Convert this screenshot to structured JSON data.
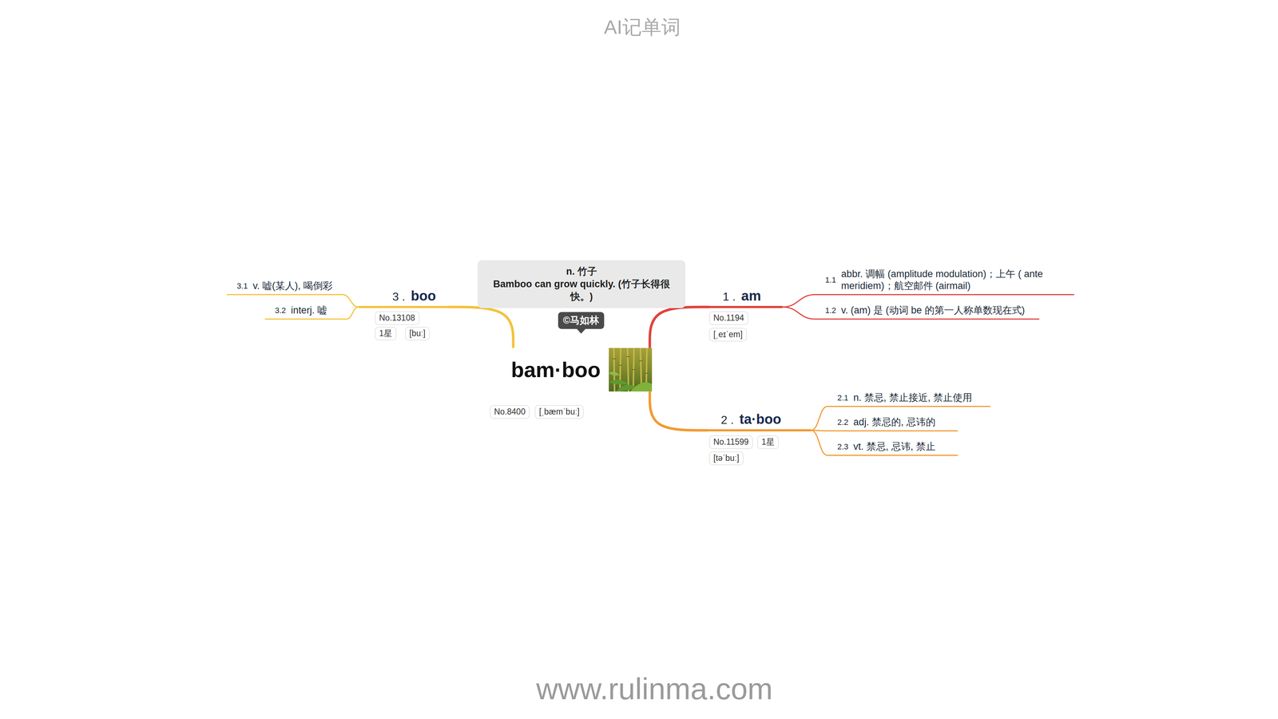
{
  "diagram": {
    "title": "AI记单词",
    "nodes": [
      {
        "text": [
          "n. 竹子",
          "Bamboo can grow quickly. (竹子长得很快。)"
        ]
      },
      {
        "text": [
          "©马如林"
        ]
      },
      {
        "text": [
          "bam·boo"
        ]
      },
      {
        "text": [
          "3 .",
          "boo"
        ]
      },
      {
        "text": [
          "3.1",
          "v. 嘘(某人), 喝倒彩"
        ]
      },
      {
        "text": [
          "3.2",
          "interj. 嘘"
        ]
      },
      {
        "text": [
          "1 .",
          "am"
        ]
      },
      {
        "text": [
          "1.1",
          "abbr. 调幅 (amplitude modulation)；上午 ( ante meridiem)；航空邮件 (airmail)"
        ]
      },
      {
        "text": [
          "1.2",
          "v. (am) 是 (动词 be 的第一人称单数现在式)"
        ]
      },
      {
        "text": [
          "2 .",
          "ta·boo"
        ]
      },
      {
        "text": [
          "2.1",
          "n. 禁忌, 禁止接近, 禁止使用"
        ]
      },
      {
        "text": [
          "2.2",
          "adj. 禁忌的, 忌讳的"
        ]
      },
      {
        "text": [
          "2.3",
          "vt. 禁忌, 忌讳, 禁止"
        ]
      }
    ],
    "edges": [
      {
        "from": 2,
        "to": 6,
        "arrow": "none"
      },
      {
        "from": 2,
        "to": 9,
        "arrow": "none"
      },
      {
        "from": 2,
        "to": 3,
        "arrow": "none"
      },
      {
        "from": 6,
        "to": 7,
        "arrow": "none"
      },
      {
        "from": 6,
        "to": 8,
        "arrow": "none"
      },
      {
        "from": 9,
        "to": 10,
        "arrow": "none"
      },
      {
        "from": 9,
        "to": 11,
        "arrow": "none"
      },
      {
        "from": 9,
        "to": 12,
        "arrow": "none"
      },
      {
        "from": 3,
        "to": 4,
        "arrow": "none"
      },
      {
        "from": 3,
        "to": 5,
        "arrow": "none"
      }
    ],
    "labels": [
      "No.8400",
      "[ˌbæmˈbuː]",
      "No.13108",
      "1星",
      "[buː]",
      "No.1194",
      "[ˌeɪˈem]",
      "No.11599",
      "1星",
      "[təˈbuː]",
      "www.rulinma.com"
    ]
  }
}
